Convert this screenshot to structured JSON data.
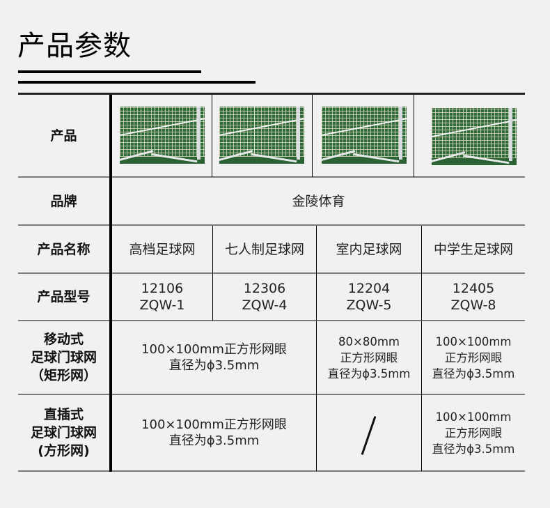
{
  "header": {
    "title": "产品参数"
  },
  "table": {
    "rows": [
      {
        "label": "产品",
        "type": "images"
      },
      {
        "label": "品牌",
        "value": "金陵体育"
      },
      {
        "label": "产品名称",
        "values": [
          "高档足球网",
          "七人制足球网",
          "室内足球网",
          "中学生足球网"
        ]
      },
      {
        "label": "产品型号",
        "values": [
          "12106\nZQW-1",
          "12306\nZQW-4",
          "12204\nZQW-5",
          "12405\nZQW-8"
        ]
      },
      {
        "label": "移动式\n足球门球网\n（矩形网）",
        "values": [
          "100×100mm正方形网眼\n直径为ϕ3.5mm",
          "80×80mm\n正方形网眼\n直径为ϕ3.5mm",
          "100×100mm\n正方形网眼\n直径为ϕ3.5mm"
        ]
      },
      {
        "label": "直插式\n足球门球网\n(方形网)",
        "values": [
          "100×100mm正方形网眼\n直径为ϕ3.5mm",
          "/",
          "100×100mm\n正方形网眼\n直径为ϕ3.5mm"
        ]
      }
    ],
    "images": [
      {
        "alt": "高档足球网 product photo"
      },
      {
        "alt": "七人制足球网 product photo"
      },
      {
        "alt": "室内足球网 product photo"
      },
      {
        "alt": "中学生足球网 product photo"
      }
    ]
  },
  "colors": {
    "background": "#f1f1f1",
    "rule": "#7a7a7a",
    "text": "#111111",
    "net_green": "#2e6b3c"
  }
}
